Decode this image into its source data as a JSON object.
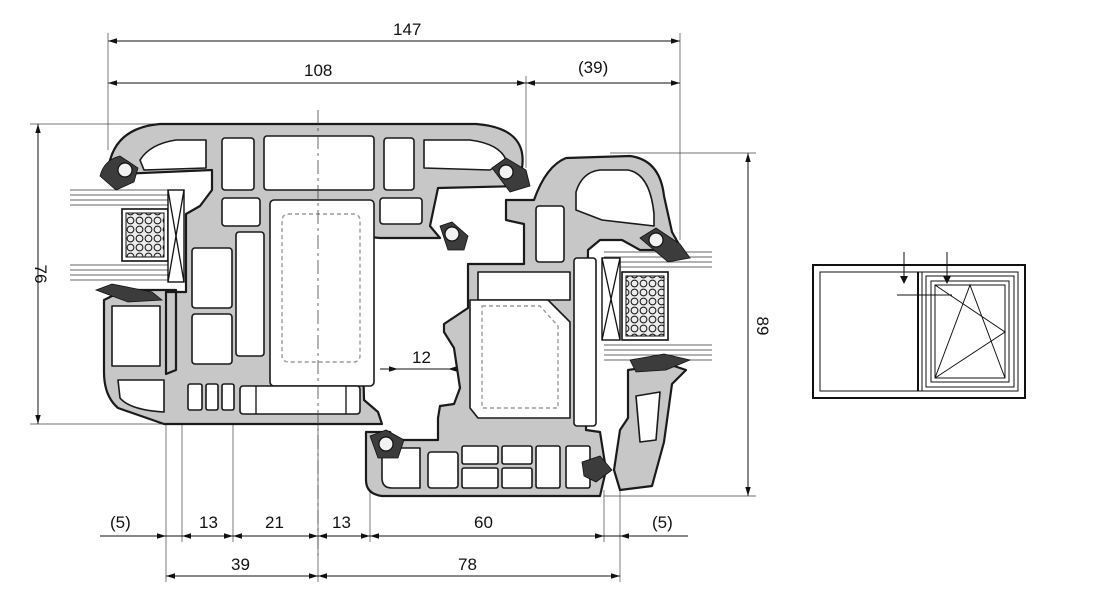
{
  "dimensions": {
    "overall_width": "147",
    "frame_width": "108",
    "sash_overlap": "(39)",
    "frame_depth": "76",
    "sash_depth": "89",
    "rebate": "12",
    "bottom_row": [
      "(5)",
      "13",
      "21",
      "13",
      "60",
      "(5)"
    ],
    "lower_row": [
      "39",
      "78"
    ]
  }
}
